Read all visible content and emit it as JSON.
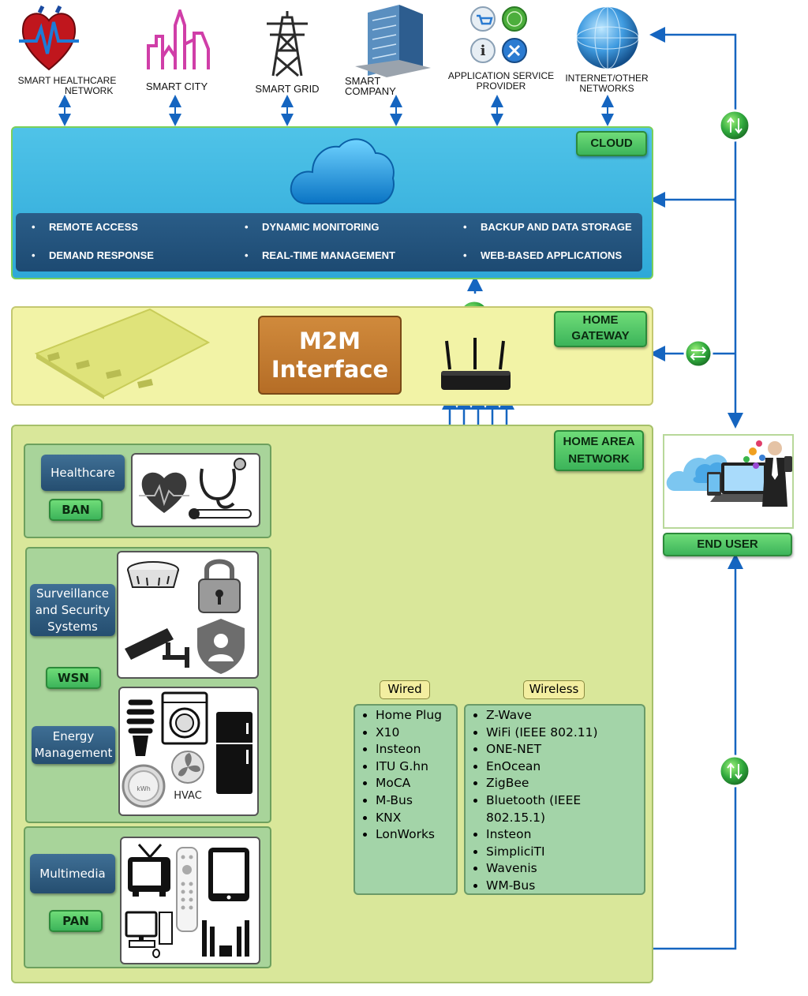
{
  "top_items": [
    {
      "label": "SMART HEALTHCARE NETWORK",
      "line1": "SMART HEALTHCARE",
      "line2": "NETWORK",
      "icon": "heart-ecg-icon"
    },
    {
      "label": "SMART CITY",
      "line1": "SMART CITY",
      "line2": "",
      "icon": "city-skyline-icon"
    },
    {
      "label": "SMART GRID",
      "line1": "SMART GRID",
      "line2": "",
      "icon": "power-tower-icon"
    },
    {
      "label": "SMART COMPANY",
      "line1": "SMART",
      "line2": "COMPANY",
      "icon": "office-building-icon"
    },
    {
      "label": "APPLICATION SERVICE PROVIDER",
      "line1": "APPLICATION SERVICE",
      "line2": "PROVIDER",
      "icon": "app-service-icons"
    },
    {
      "label": "INTERNET/OTHER NETWORKS",
      "line1": "INTERNET/OTHER",
      "line2": "NETWORKS",
      "icon": "globe-icon"
    }
  ],
  "cloud": {
    "tag": "CLOUD",
    "services": [
      "REMOTE ACCESS",
      "DYNAMIC MONITORING",
      "BACKUP AND DATA STORAGE",
      "DEMAND RESPONSE",
      "REAL-TIME MANAGEMENT",
      "WEB-BASED APPLICATIONS"
    ]
  },
  "gateway": {
    "tag_line1": "HOME",
    "tag_line2": "GATEWAY",
    "m2m_line1": "M2M",
    "m2m_line2": "Interface"
  },
  "han": {
    "tag_line1": "HOME AREA",
    "tag_line2": "NETWORK",
    "groups": [
      {
        "name": "Healthcare",
        "network": "BAN"
      },
      {
        "name_line1": "Surveillance",
        "name_line2": "and Security",
        "name_line3": "Systems",
        "network": "WSN"
      },
      {
        "name_line1": "Energy",
        "name_line2": "Management"
      },
      {
        "name": "Multimedia",
        "network": "PAN"
      }
    ],
    "hvac_label": "HVAC",
    "kwh_label": "kWh",
    "wired": {
      "title": "Wired",
      "items": [
        "Home Plug",
        "X10",
        "Insteon",
        "ITU G.hn",
        "MoCA",
        "M-Bus",
        "KNX",
        "LonWorks"
      ]
    },
    "wireless": {
      "title": "Wireless",
      "items": [
        "Z-Wave",
        "WiFi (IEEE 802.11)",
        "ONE-NET",
        "EnOcean",
        "ZigBee",
        "Bluetooth (IEEE 802.15.1)",
        "Insteon",
        "SimpliciTI",
        "Wavenis",
        "WM-Bus"
      ]
    }
  },
  "end_user": {
    "label": "END USER"
  },
  "colors": {
    "arrow": "#1565c0",
    "cloud_panel": "#3bb5e0",
    "gateway_panel": "#f2f3a6",
    "han_panel": "#d9e79a",
    "tag_green": "#4cc466",
    "m2m_orange": "#c47a30",
    "service_navy": "#234f76"
  }
}
